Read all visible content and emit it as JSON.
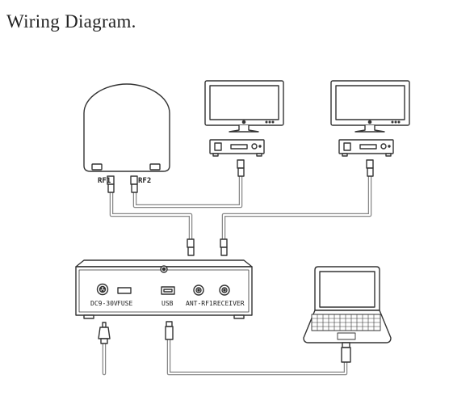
{
  "title": "Wiring Diagram.",
  "antenna": {
    "ports": [
      "RF1",
      "RF2"
    ]
  },
  "control_box": {
    "ports": [
      "DC9-30V",
      "FUSE",
      "USB",
      "ANT-RF1",
      "RECEIVER"
    ]
  },
  "devices": [
    "antenna-dome",
    "tv-monitor-1",
    "set-top-receiver-1",
    "tv-monitor-2",
    "set-top-receiver-2",
    "control-box",
    "laptop",
    "power-plug",
    "usb-plug"
  ]
}
